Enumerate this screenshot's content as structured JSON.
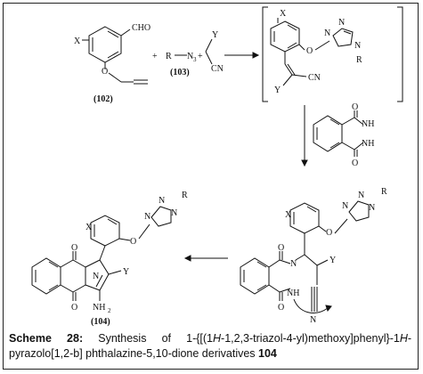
{
  "labels": {
    "cpd102": "(102)",
    "cpd103": "(103)",
    "cpd104": "(104)",
    "cho": "CHO",
    "x": "X",
    "o": "O",
    "r_n3": "R",
    "n3": "N",
    "n3_sub": "3",
    "plus": "+",
    "y": "Y",
    "cn": "CN",
    "n": "N",
    "nh": "NH",
    "r": "R",
    "nh2": "NH",
    "nh2_sub": "2",
    "n_cn": "N",
    "dash": "—"
  },
  "caption": {
    "label": "Scheme 28:",
    "text_1": " Synthesis of 1-{[(1",
    "h1": "H",
    "text_2": "-1,2,3-triazol-4-yl)methoxy]phenyl}-1",
    "h2": "H",
    "text_3": "-pyrazolo[1,2-b] phthalazine-5,10-dione derivatives ",
    "compound": "104"
  }
}
